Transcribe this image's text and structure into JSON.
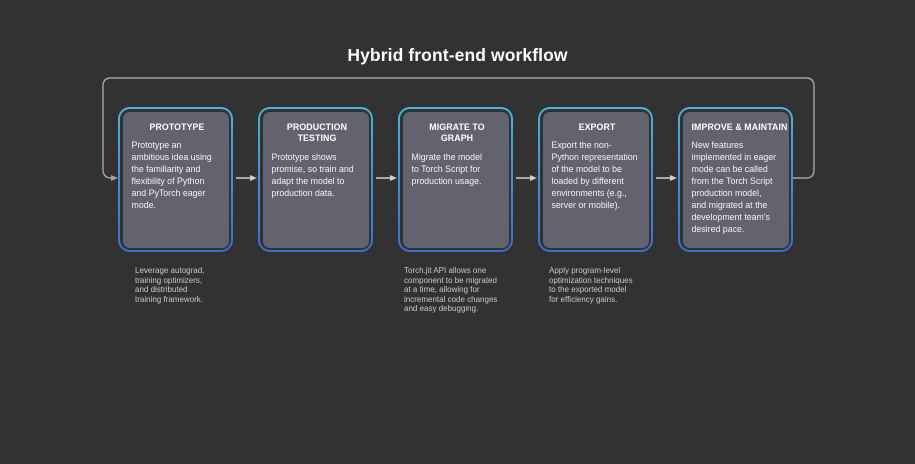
{
  "title": "Hybrid front-end workflow",
  "colors": {
    "bg": "#323232",
    "box-fill": "#63636f",
    "accent-top": "#47b5d9",
    "accent-bottom": "#3c6bd4",
    "line-loop": "#a4a4a4",
    "line-arrow": "#cfcfcf",
    "note-color": "#c8c8c8"
  },
  "steps": [
    {
      "heading": "PROTOTYPE",
      "body": "Prototype an\nambitious idea using\nthe familiarity and\nflexibility of Python\nand PyTorch eager\nmode.",
      "note": "Leverage autograd,\ntraining optimizers,\nand distributed\ntraining framework."
    },
    {
      "heading": "PRODUCTION\nTESTING",
      "body": "Prototype shows\npromise, so train and\nadapt the model to\nproduction data.",
      "note": ""
    },
    {
      "heading": "MIGRATE TO\nGRAPH",
      "body": "Migrate the model\nto Torch Script for\nproduction usage.",
      "note": "Torch.jit API allows one\ncomponent to be migrated\nat a time, allowing for\nincremental code changes\nand easy debugging."
    },
    {
      "heading": "EXPORT",
      "body": "Export the non-\nPython representation\nof the model to be\nloaded by different\nenvironments (e.g.,\nserver or mobile).",
      "note": "Apply program-level\noptimization techniques\nto the exported model\nfor efficiency gains."
    },
    {
      "heading": "IMPROVE & MAINTAIN",
      "body": "New features\nimplemented in eager\nmode can be called\nfrom the Torch Script\nproduction model,\nand migrated at the\ndevelopment team's\ndesired pace.",
      "note": ""
    }
  ]
}
